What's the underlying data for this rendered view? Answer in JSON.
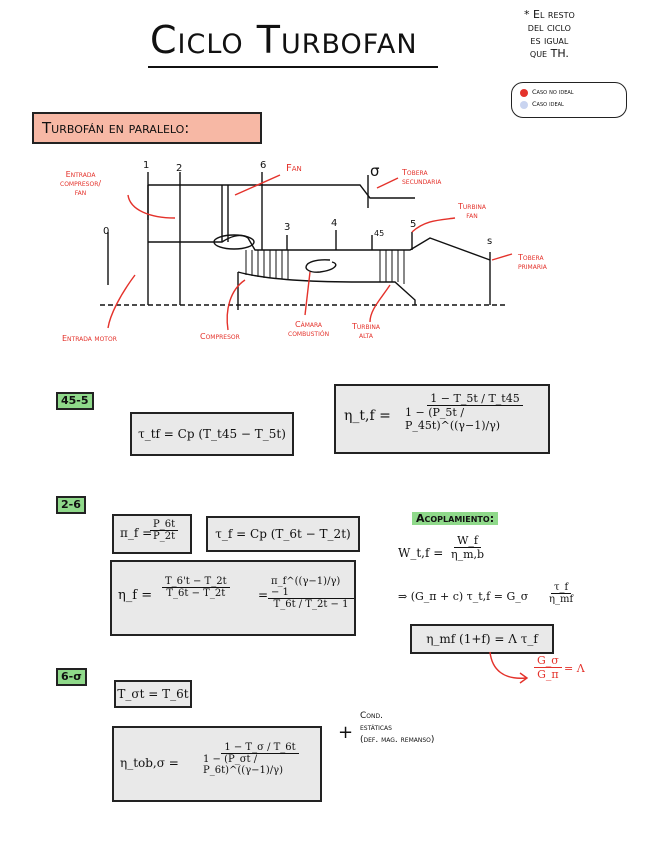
{
  "title": "Ciclo Turbofan",
  "note": [
    "* El resto",
    "del ciclo",
    "es igual",
    "que TH."
  ],
  "legend": {
    "items": [
      {
        "label": "Caso no ideal",
        "color": "#e4322b"
      },
      {
        "label": "Caso ideal",
        "color": "#c9d4f0"
      }
    ]
  },
  "section_header": "Turbofán en paralelo:",
  "diagram": {
    "stations": [
      "0",
      "1",
      "2",
      "6",
      "σ",
      "3",
      "4",
      "45",
      "5",
      "s"
    ],
    "labels": {
      "entrada_compresor_fan": [
        "Entrada",
        "compresor/",
        "fan"
      ],
      "fan": "Fan",
      "tobera_secundaria": [
        "Tobera",
        "secundaria"
      ],
      "turbina_fan": [
        "Turbina",
        "fan"
      ],
      "tobera_primaria": [
        "Tobera",
        "primaria"
      ],
      "entrada_motor": "Entrada motor",
      "compresor": "Compresor",
      "camara_combustion": [
        "Cámara",
        "combustión"
      ],
      "turbina_alta": [
        "Turbina",
        "alta"
      ]
    }
  },
  "sections": {
    "s45_5": {
      "tag": "45-5",
      "tau": "τ_tf = Cp (T_t45 − T_5t)",
      "eta_lhs": "η_t,f =",
      "eta_num": "1 − T_5t / T_t45",
      "eta_den": "1 − (P_5t / P_45t)^((γ−1)/γ)"
    },
    "s2_6": {
      "tag": "2-6",
      "pi_lhs": "π_f =",
      "pi_num": "P_6t",
      "pi_den": "P_2t",
      "tau": "τ_f = Cp (T_6t − T_2t)",
      "eta_lhs": "η_f =",
      "eta_f1_num": "T_6't − T_2t",
      "eta_f1_den": "T_6t − T_2t",
      "eta_f2_num": "π_f^((γ−1)/γ) − 1",
      "eta_f2_den": "T_6t / T_2t − 1"
    },
    "acoplamiento": {
      "title": "Acoplamiento:",
      "line1_lhs": "W_t,f =",
      "line1_num": "W_f",
      "line1_den": "η_m,b",
      "line2": "⇒ (G_π + c) τ_t,f = G_σ",
      "line2_num": "τ_f",
      "line2_den": "η_mf",
      "boxed": "η_mf (1+f) = Λ τ_f",
      "red_note_num": "G_σ",
      "red_note_den": "G_π",
      "red_note_rhs": "= Λ"
    },
    "s6_0": {
      "tag": "6-σ",
      "t_eq": "T_σt = T_6t",
      "eta_lhs": "η_tob,σ =",
      "eta_num": "1 − T_σ / T_6t",
      "eta_den": "1 − (P_σt / P_6t)^((γ−1)/γ)",
      "plus_note": [
        "Cond.",
        "estáticas",
        "(def. mag. remanso)"
      ]
    }
  }
}
